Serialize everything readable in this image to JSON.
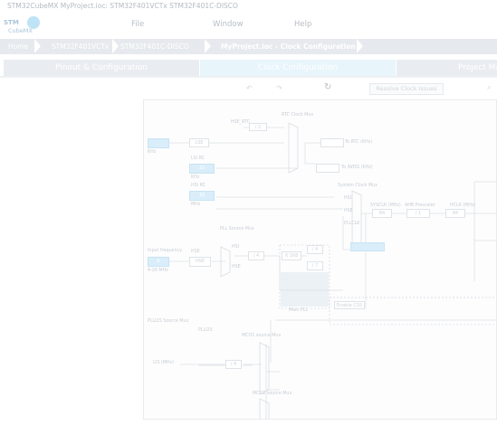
{
  "window": {
    "title": "STM32CubeMX MyProject.ioc: STM32F401VCTx STM32F401C-DISCO"
  },
  "logo": {
    "line1": "STM",
    "line2": "CubeMX"
  },
  "menu": {
    "file": "File",
    "window": "Window",
    "help": "Help"
  },
  "breadcrumb": {
    "home": "Home",
    "mcu": "STM32F401VCTx",
    "board": "STM32F401C-DISCO",
    "current": "MyProject.ioc - Clock Configuration"
  },
  "tabs": {
    "pinout": "Pinout & Configuration",
    "clock": "Clock Configuration",
    "project": "Project Manager"
  },
  "toolbar": {
    "undo_icon": "undo-icon",
    "redo_icon": "redo-icon",
    "refresh_icon": "refresh-icon",
    "resolve": "Resolve Clock Issues",
    "zoom_icon": "zoom-icon"
  },
  "clock": {
    "rtc_mux": "RTC Clock Mux",
    "lse": "LSE",
    "lsi_rc": "LSI RC",
    "lsi_val": "32",
    "khz": "KHz",
    "to_rtc": "To RTC (KHz)",
    "to_iwdg": "To IWDG (KHz)",
    "hsi_rc": "HSI RC",
    "hsi_val": "16",
    "mhz": "MHz",
    "hse_rtc": "HSE_RTC",
    "div2": "/ 2",
    "system_clock_mux": "System Clock Mux",
    "pll_source_mux": "PLL Source Mux",
    "hsi": "HSI",
    "hse": "HSE",
    "pllclk": "PLLCLK",
    "sysclk": "SYSCLK (MHz)",
    "sysclk_val": "84",
    "ahb_prescaler": "AHB Prescaler",
    "ahb_val": "/ 1",
    "hclk": "HCLK (MHz)",
    "hclk_val": "84",
    "input_freq": "Input frequency",
    "input_val": "8",
    "input_range": "4-26 MHz",
    "m_div": "/ 4",
    "n_mul": "X 168",
    "p_div": "/ 4",
    "q_div": "/ 7",
    "main_pll": "Main PLL",
    "enable_css": "Enable CSS",
    "plli2s_source_mux": "PLLI2S Source Mux",
    "plli2s": "PLLI2S",
    "mco1_mux": "MCO1 source Mux",
    "mco2_mux": "MCO2 source Mux",
    "i2s_label": "I2S (MHz)"
  }
}
